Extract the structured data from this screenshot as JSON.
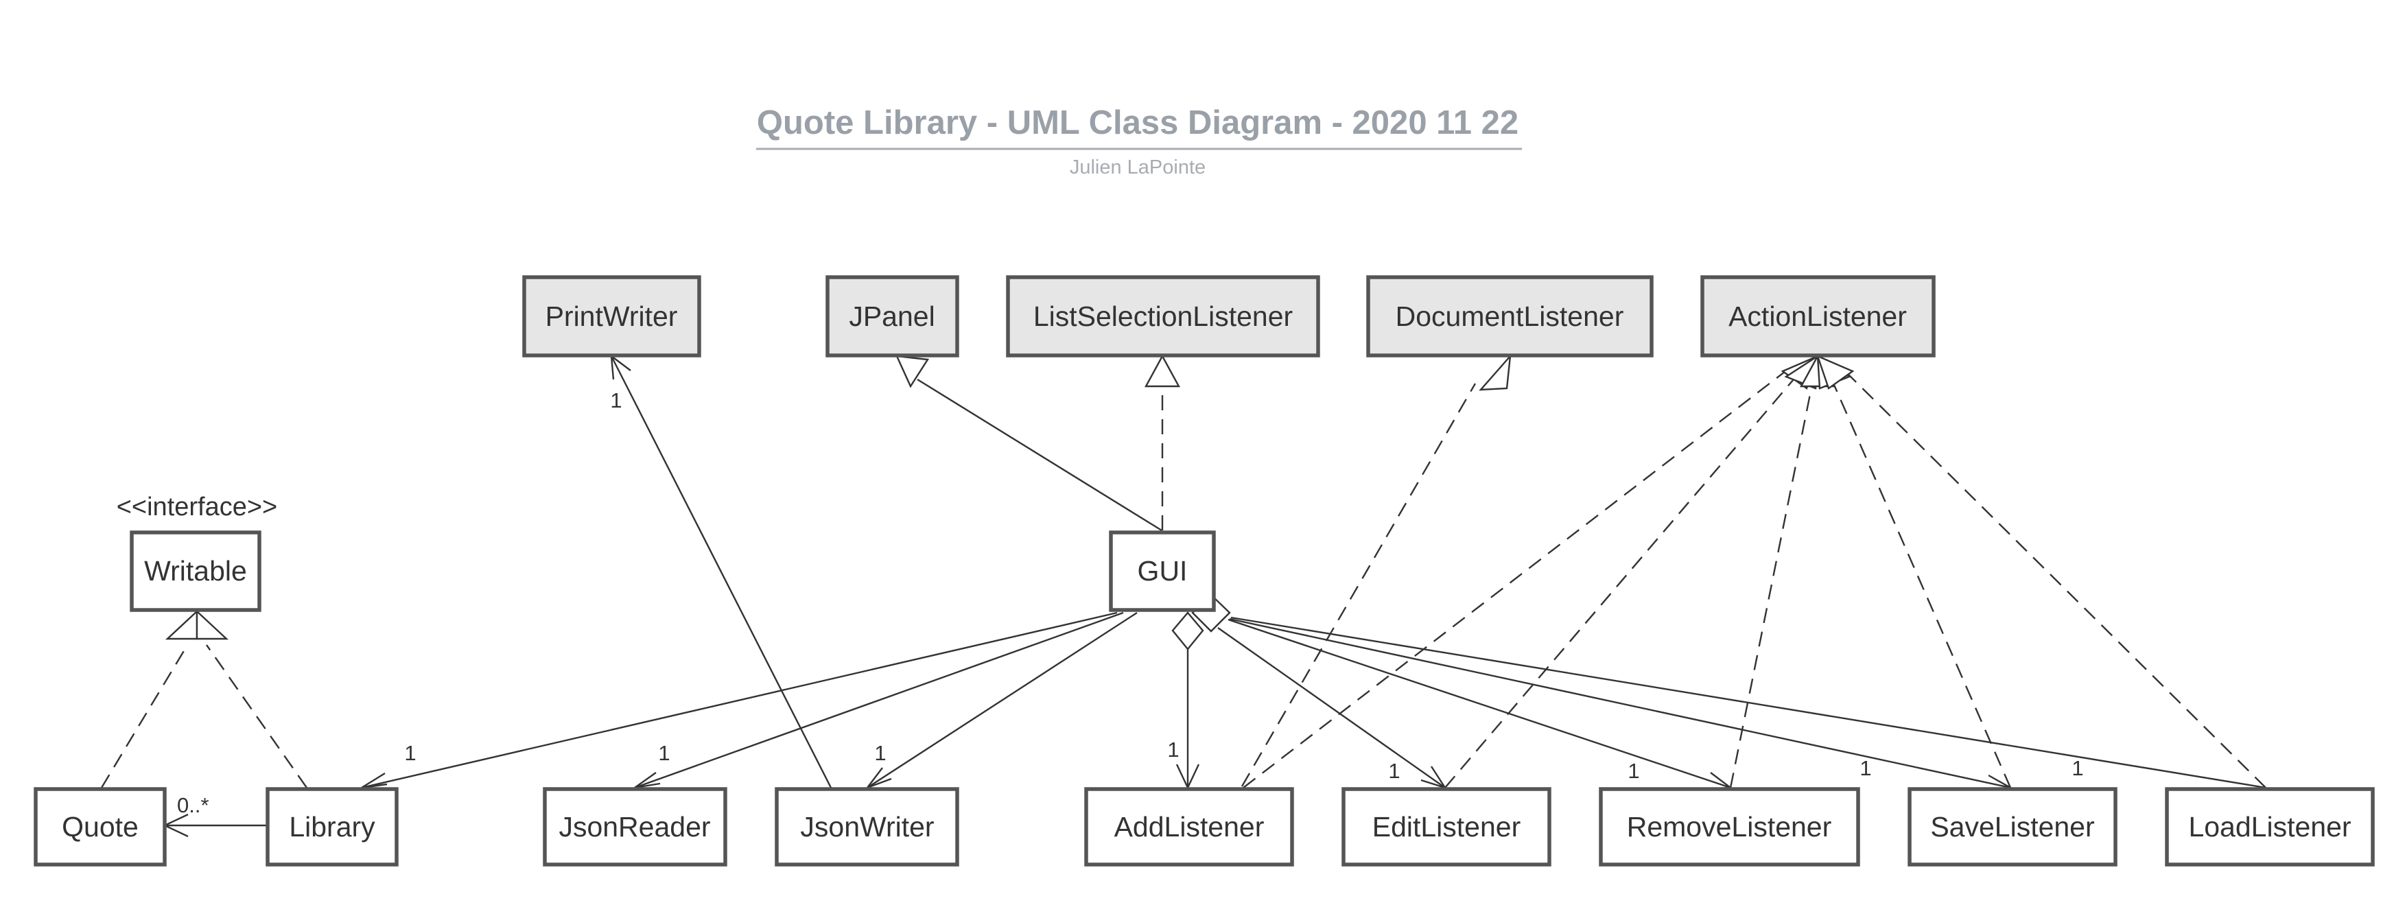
{
  "title": "Quote Library - UML Class Diagram - 2020 11 22",
  "subtitle": "Julien LaPointe",
  "classes": {
    "PrintWriter": {
      "label": "PrintWriter",
      "external": true
    },
    "JPanel": {
      "label": "JPanel",
      "external": true
    },
    "ListSelectionListener": {
      "label": "ListSelectionListener",
      "external": true
    },
    "DocumentListener": {
      "label": "DocumentListener",
      "external": true
    },
    "ActionListener": {
      "label": "ActionListener",
      "external": true
    },
    "Writable": {
      "label": "Writable",
      "stereotype": "<<interface>>"
    },
    "GUI": {
      "label": "GUI"
    },
    "Quote": {
      "label": "Quote"
    },
    "Library": {
      "label": "Library"
    },
    "JsonReader": {
      "label": "JsonReader"
    },
    "JsonWriter": {
      "label": "JsonWriter"
    },
    "AddListener": {
      "label": "AddListener"
    },
    "EditListener": {
      "label": "EditListener"
    },
    "RemoveListener": {
      "label": "RemoveListener"
    },
    "SaveListener": {
      "label": "SaveListener"
    },
    "LoadListener": {
      "label": "LoadListener"
    }
  },
  "relationships": [
    {
      "type": "extends",
      "from": "GUI",
      "to": "JPanel"
    },
    {
      "type": "implements",
      "from": "GUI",
      "to": "ListSelectionListener"
    },
    {
      "type": "implements",
      "from": "AddListener",
      "to": "DocumentListener"
    },
    {
      "type": "implements",
      "from": "AddListener",
      "to": "ActionListener"
    },
    {
      "type": "implements",
      "from": "EditListener",
      "to": "ActionListener"
    },
    {
      "type": "implements",
      "from": "RemoveListener",
      "to": "ActionListener"
    },
    {
      "type": "implements",
      "from": "SaveListener",
      "to": "ActionListener"
    },
    {
      "type": "implements",
      "from": "LoadListener",
      "to": "ActionListener"
    },
    {
      "type": "implements",
      "from": "Quote",
      "to": "Writable"
    },
    {
      "type": "implements",
      "from": "Library",
      "to": "Writable"
    },
    {
      "type": "association",
      "from": "JsonWriter",
      "to": "PrintWriter",
      "multiplicity": "1"
    },
    {
      "type": "association",
      "from": "Library",
      "to": "Quote",
      "multiplicity": "0..*"
    },
    {
      "type": "association",
      "from": "GUI",
      "to": "Library",
      "multiplicity": "1"
    },
    {
      "type": "association",
      "from": "GUI",
      "to": "JsonReader",
      "multiplicity": "1"
    },
    {
      "type": "association",
      "from": "GUI",
      "to": "JsonWriter",
      "multiplicity": "1"
    },
    {
      "type": "aggregation",
      "from": "GUI",
      "to": "AddListener",
      "multiplicity": "1"
    },
    {
      "type": "aggregation",
      "from": "GUI",
      "to": "EditListener",
      "multiplicity": "1"
    },
    {
      "type": "association",
      "from": "GUI",
      "to": "RemoveListener",
      "multiplicity": "1"
    },
    {
      "type": "association",
      "from": "GUI",
      "to": "SaveListener",
      "multiplicity": "1"
    },
    {
      "type": "association",
      "from": "GUI",
      "to": "LoadListener",
      "multiplicity": "1"
    }
  ]
}
